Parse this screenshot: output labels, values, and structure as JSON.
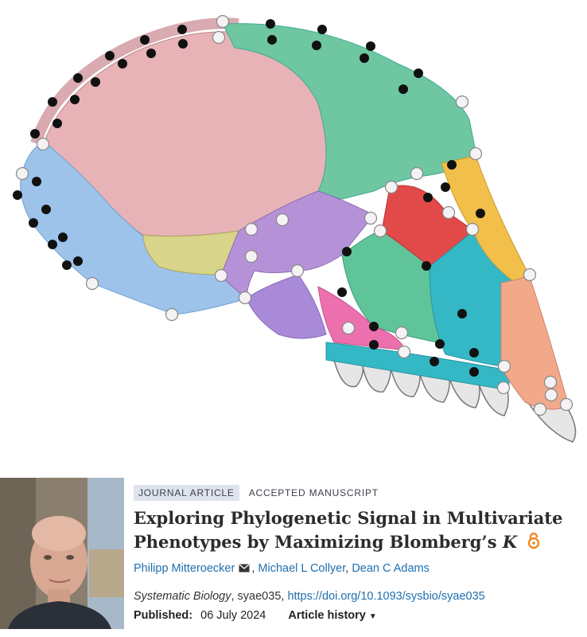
{
  "article": {
    "type_badge": "JOURNAL ARTICLE",
    "status": "ACCEPTED MANUSCRIPT",
    "title_line1": "Exploring Phylogenetic Signal in Multivariate",
    "title_line2": "Phenotypes by Maximizing Blomberg’s",
    "title_k": "K",
    "open_access_icon": "open-access-lock-icon",
    "authors": [
      {
        "name": "Philipp Mitteroecker",
        "sep": ""
      },
      {
        "name": "Michael L Collyer",
        "sep": ", "
      },
      {
        "name": "Dean C Adams",
        "sep": ", "
      }
    ],
    "mail_icon": "envelope-icon",
    "journal_name": "Systematic Biology",
    "article_id": ", syae035, ",
    "doi": "https://doi.org/10.1093/sysbio/syae035",
    "published_label": "Published:",
    "published_date": "06 July 2024",
    "history_label": "Article history",
    "history_icon": "chevron-down-icon"
  },
  "colors": {
    "link": "#1f6fb0",
    "badge_bg": "#dfe3ec",
    "open_access": "#f08a24"
  }
}
